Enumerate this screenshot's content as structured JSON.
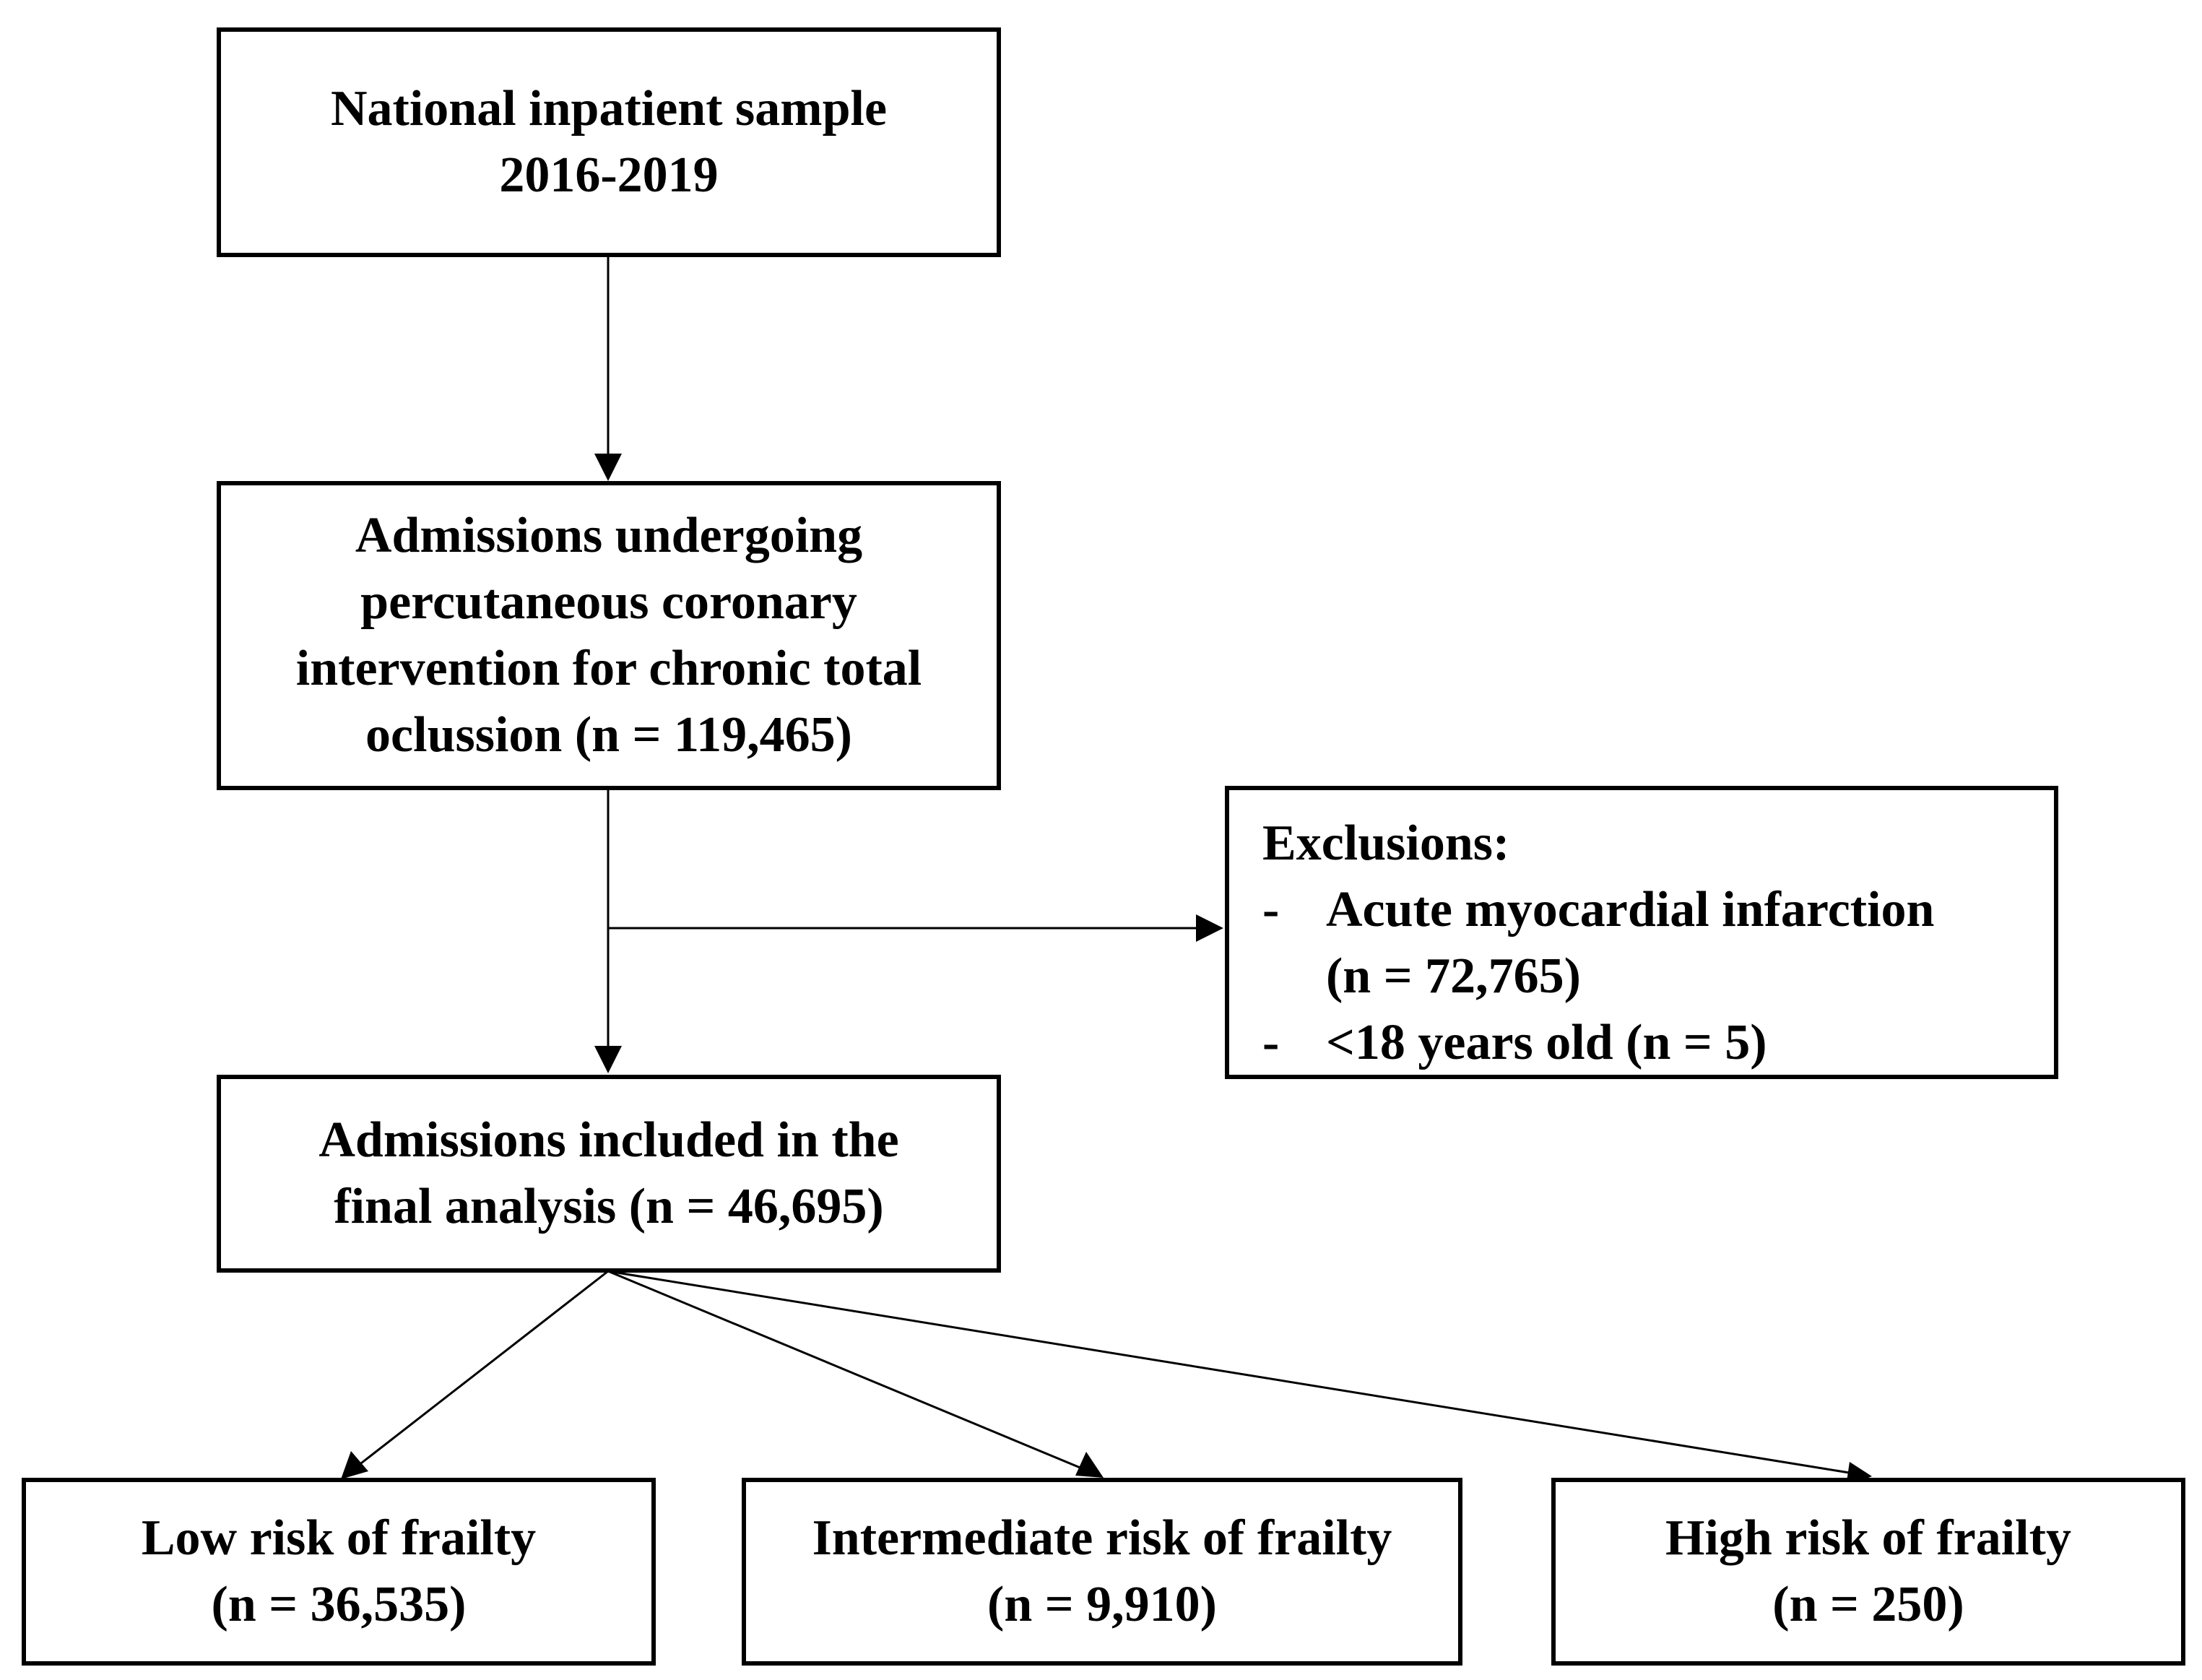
{
  "flowchart": {
    "source": {
      "line1": "National inpatient sample",
      "line2": "2016-2019"
    },
    "pci_cohort": {
      "line1": "Admissions undergoing",
      "line2": "percutaneous coronary",
      "line3": "intervention for chronic total",
      "line4": "oclussion (n = 119,465)"
    },
    "exclusions": {
      "heading": "Exclusions:",
      "bullet": "-",
      "item1_line1": "Acute myocardial infarction",
      "item1_line2": "(n = 72,765)",
      "item2": "<18 years old (n = 5)"
    },
    "final_cohort": {
      "line1": "Admissions included in the",
      "line2": "final analysis (n = 46,695)"
    },
    "groups": [
      {
        "label": "Low risk of frailty",
        "count": "(n = 36,535)"
      },
      {
        "label": "Intermediate risk of frailty",
        "count": "(n = 9,910)"
      },
      {
        "label": "High risk of frailty",
        "count": "(n = 250)"
      }
    ]
  }
}
